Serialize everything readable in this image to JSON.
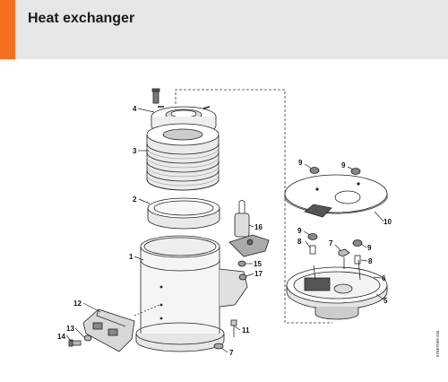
{
  "header": {
    "title": "Heat exchanger"
  },
  "diagram": {
    "callouts": [
      {
        "id": "c4",
        "text": "4"
      },
      {
        "id": "c3",
        "text": "3"
      },
      {
        "id": "c2",
        "text": "2"
      },
      {
        "id": "c1",
        "text": "1"
      },
      {
        "id": "c12",
        "text": "12"
      },
      {
        "id": "c13",
        "text": "13"
      },
      {
        "id": "c14",
        "text": "14"
      },
      {
        "id": "c16",
        "text": "16"
      },
      {
        "id": "c15",
        "text": "15"
      },
      {
        "id": "c17",
        "text": "17"
      },
      {
        "id": "c11",
        "text": "11"
      },
      {
        "id": "c7a",
        "text": "7"
      },
      {
        "id": "c9a",
        "text": "9"
      },
      {
        "id": "c9b",
        "text": "9"
      },
      {
        "id": "c10",
        "text": "10"
      },
      {
        "id": "c9c",
        "text": "9"
      },
      {
        "id": "c8a",
        "text": "8"
      },
      {
        "id": "c7b",
        "text": "7"
      },
      {
        "id": "c9d",
        "text": "9"
      },
      {
        "id": "c8b",
        "text": "8"
      },
      {
        "id": "c6",
        "text": "6"
      },
      {
        "id": "c5",
        "text": "5"
      }
    ],
    "drawing_code": "678ET059 GM"
  }
}
